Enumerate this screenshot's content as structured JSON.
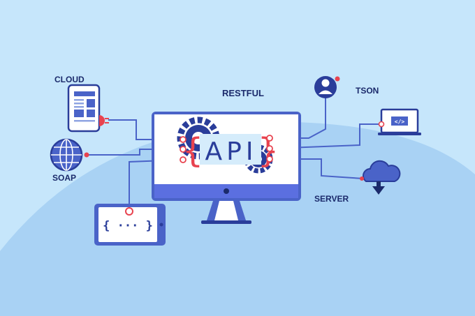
{
  "labels": {
    "cloud": "CLOUD",
    "restful": "RESTFUL",
    "tson": "TSON",
    "soap": "SOAP",
    "server": "SERVER"
  },
  "monitor": {
    "brace_left": "{",
    "api_text": "API",
    "brace_right": "}"
  },
  "tablet": {
    "code": "{ ··· }"
  },
  "laptop": {
    "code": "</>"
  },
  "colors": {
    "background": "#c6e6fb",
    "hill": "#a9d2f4",
    "navy": "#2a3d9a",
    "accent_red": "#e8434f",
    "line": "#4a63c8",
    "panel": "#ffffff"
  }
}
